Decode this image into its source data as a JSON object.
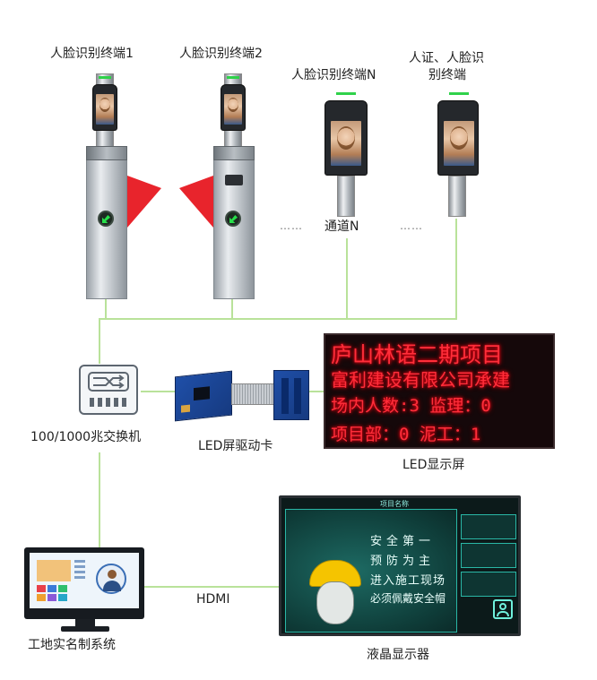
{
  "terminals": [
    {
      "label": "人脸识别终端1"
    },
    {
      "label": "人脸识别终端2"
    },
    {
      "label": "人脸识别终端N"
    },
    {
      "label_line1": "人证、人脸识",
      "label_line2": "别终端"
    }
  ],
  "channel_label": "通道N",
  "ellipsis": "……",
  "switch_label": "100/1000兆交换机",
  "driver_label": "LED屏驱动卡",
  "led": {
    "label": "LED显示屏",
    "lines": [
      "庐山林语二期项目",
      "富利建设有限公司承建",
      "场内人数:3  监理：0",
      "项目部：0    泥工：1"
    ],
    "color": "#ff2e3a"
  },
  "pc_label": "工地实名制系统",
  "hdmi_label": "HDMI",
  "lcd": {
    "label": "液晶显示器",
    "top_title": "项目名称",
    "lines": [
      "安全第一",
      "预防为主",
      "进入施工现场",
      "必须佩戴安全帽"
    ]
  },
  "colors": {
    "wire": "#b9e29a",
    "wing": "#e8242c",
    "lamp": "#27e04a"
  },
  "icons": [
    "switch-icon",
    "person-icon",
    "arrow-icon"
  ]
}
